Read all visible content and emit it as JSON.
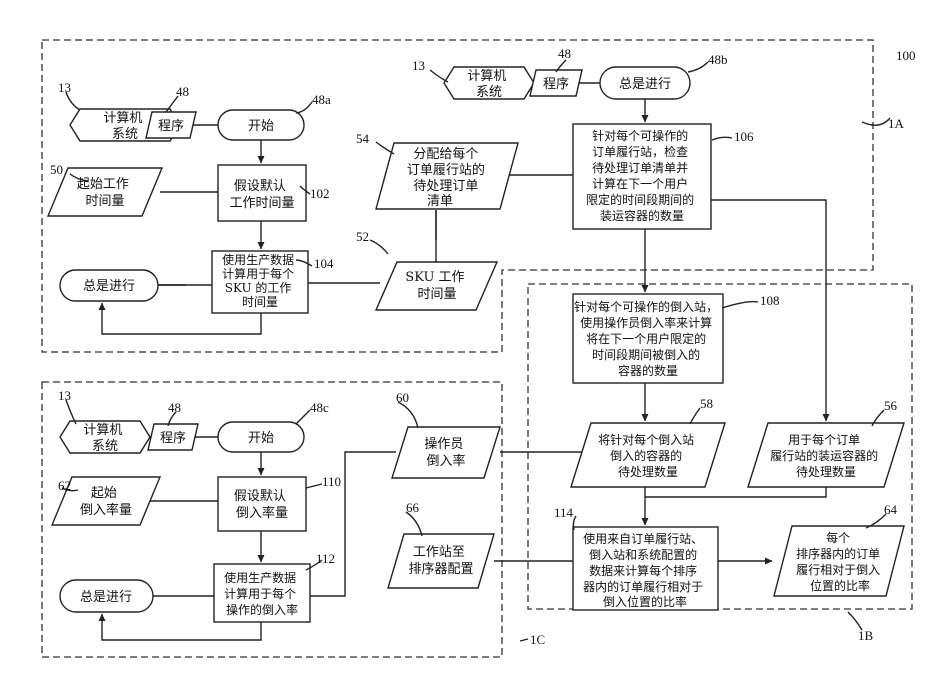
{
  "refs": {
    "r100": "100",
    "r1A": "1A",
    "r1B": "1B",
    "r1C": "1C",
    "r13": "13",
    "r48": "48",
    "r48a": "48a",
    "r48b": "48b",
    "r48c": "48c",
    "r50": "50",
    "r52": "52",
    "r54": "54",
    "r56": "56",
    "r58": "58",
    "r60": "60",
    "r62": "62",
    "r64": "64",
    "r66": "66",
    "r102": "102",
    "r104": "104",
    "r106": "106",
    "r108": "108",
    "r110": "110",
    "r112": "112",
    "r114": "114"
  },
  "computer_system": [
    "计算机",
    "系统"
  ],
  "program": "程序",
  "start": "开始",
  "always_running": "总是进行",
  "section_a": {
    "initial_work_time": [
      "起始工作",
      "时间量"
    ],
    "assume_default_work_time": [
      "假设默认",
      "工作时间量"
    ],
    "compute_sku_work_time": [
      "使用生产数据",
      "计算用于每个",
      "SKU 的工作",
      "时间量"
    ],
    "sku_work_time": [
      "SKU 工作",
      "时间量"
    ],
    "pending_order_list": [
      "分配给每个",
      "订单履行站的",
      "待处理订单",
      "清单"
    ],
    "check_pending_orders": [
      "针对每个可操作的",
      "订单履行站，检查",
      "待处理订单清单并",
      "计算在下一个用户",
      "限定的时间段期间的",
      "装运容器的数量"
    ]
  },
  "section_b": {
    "compute_inducted_containers": [
      "针对每个可操作的倒入站，",
      "使用操作员倒入率来计算",
      "将在下一个用户限定的",
      "时间段期间被倒入的",
      "容器的数量"
    ],
    "pending_inducted_containers": [
      "将针对每个倒入站",
      "倒入的容器的",
      "待处理数量"
    ],
    "pending_shipping_containers": [
      "用于每个订单",
      "履行站的装运容器的",
      "待处理数量"
    ],
    "compute_ratio": [
      "使用来自订单履行站、",
      "倒入站和系统配置的",
      "数据来计算每个排序",
      "器内的订单履行相对于",
      "倒入位置的比率"
    ],
    "ratio_per_sorter": [
      "每个",
      "排序器内的订单",
      "履行相对于倒入",
      "位置的比率"
    ]
  },
  "section_c": {
    "operator_induct_rate": [
      "操作员",
      "倒入率"
    ],
    "initial_induct_rate": [
      "起始",
      "倒入率量"
    ],
    "assume_default_induct_rate": [
      "假设默认",
      "倒入率量"
    ],
    "compute_induct_rate": [
      "使用生产数据",
      "计算用于每个",
      "操作的倒入率"
    ],
    "station_sorter_config": [
      "工作站至",
      "排序器配置"
    ]
  }
}
